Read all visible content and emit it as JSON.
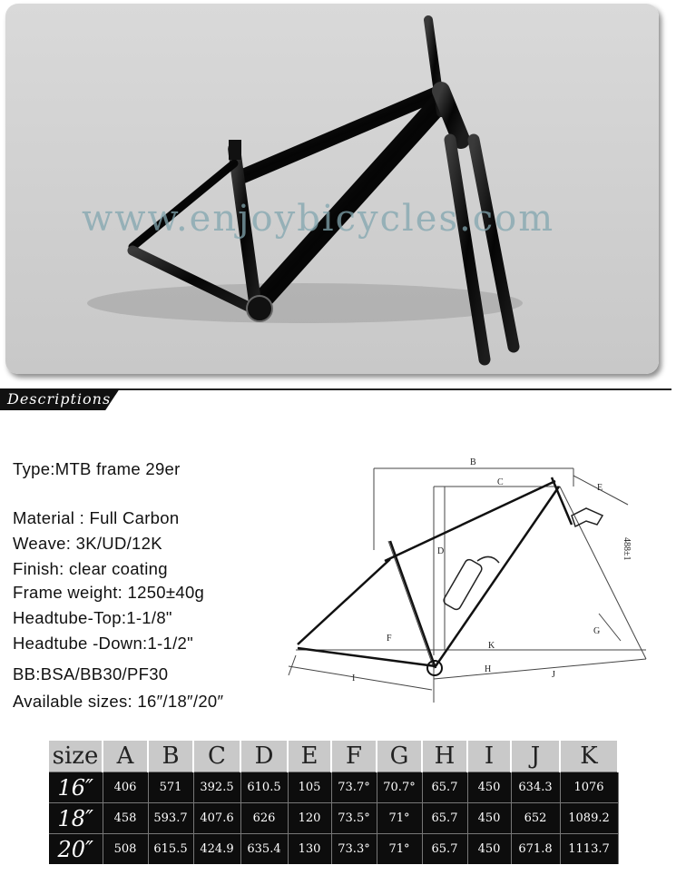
{
  "watermark": "www.enjoybicycles.com",
  "section_title": "Descriptions",
  "specs": {
    "type": "Type:MTB frame 29er",
    "material": "Material : Full Carbon",
    "weave": "Weave: 3K/UD/12K",
    "finish": "Finish: clear coating",
    "weight": "Frame weight: 1250±40g",
    "headtube_top": "Headtube-Top:1-1/8\"",
    "headtube_down": "Headtube -Down:1-1/2\"",
    "bb": "BB:BSA/BB30/PF30",
    "sizes": "Available sizes: 16″/18″/20″"
  },
  "diagram_labels": {
    "b": "B",
    "c": "C",
    "d": "D",
    "e": "E",
    "f": "F",
    "g": "G",
    "h": "H",
    "i": "I",
    "j": "J",
    "k": "K",
    "fork_length": "488±1"
  },
  "table": {
    "headers": [
      "size",
      "A",
      "B",
      "C",
      "D",
      "E",
      "F",
      "G",
      "H",
      "I",
      "J",
      "K"
    ],
    "rows": [
      [
        "16″",
        "406",
        "571",
        "392.5",
        "610.5",
        "105",
        "73.7°",
        "70.7°",
        "65.7",
        "450",
        "634.3",
        "1076"
      ],
      [
        "18″",
        "458",
        "593.7",
        "407.6",
        "626",
        "120",
        "73.5°",
        "71°",
        "65.7",
        "450",
        "652",
        "1089.2"
      ],
      [
        "20″",
        "508",
        "615.5",
        "424.9",
        "635.4",
        "130",
        "73.3°",
        "71°",
        "65.7",
        "450",
        "671.8",
        "1113.7"
      ]
    ]
  }
}
